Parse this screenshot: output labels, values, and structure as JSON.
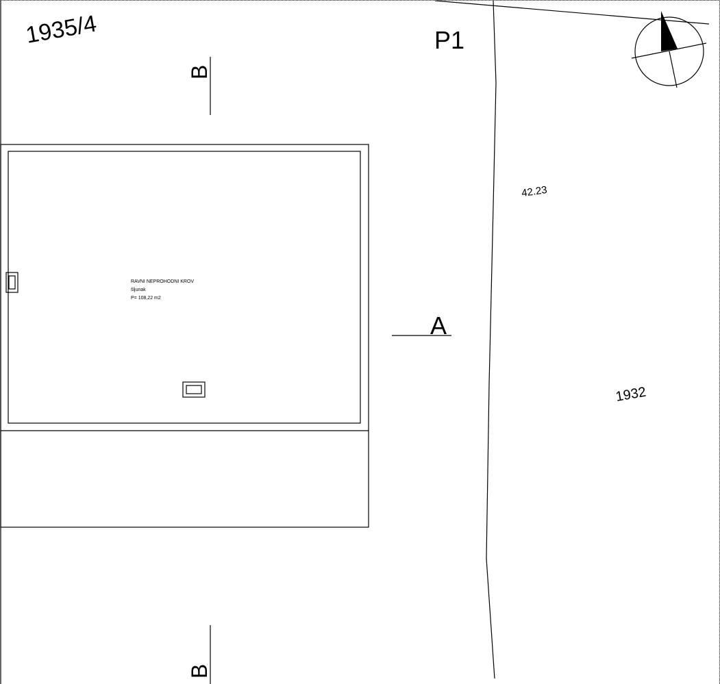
{
  "labels": {
    "parcel_left": "1935/4",
    "parcel_right": "1932",
    "plot": "P1",
    "section_b_top": "B",
    "section_b_bottom": "B",
    "section_a": "A",
    "elevation": "42.23"
  },
  "roof": {
    "title": "RAVNI NEPROHODNI KROV",
    "material": "šljunak",
    "area": "P= 108,22 m2"
  }
}
